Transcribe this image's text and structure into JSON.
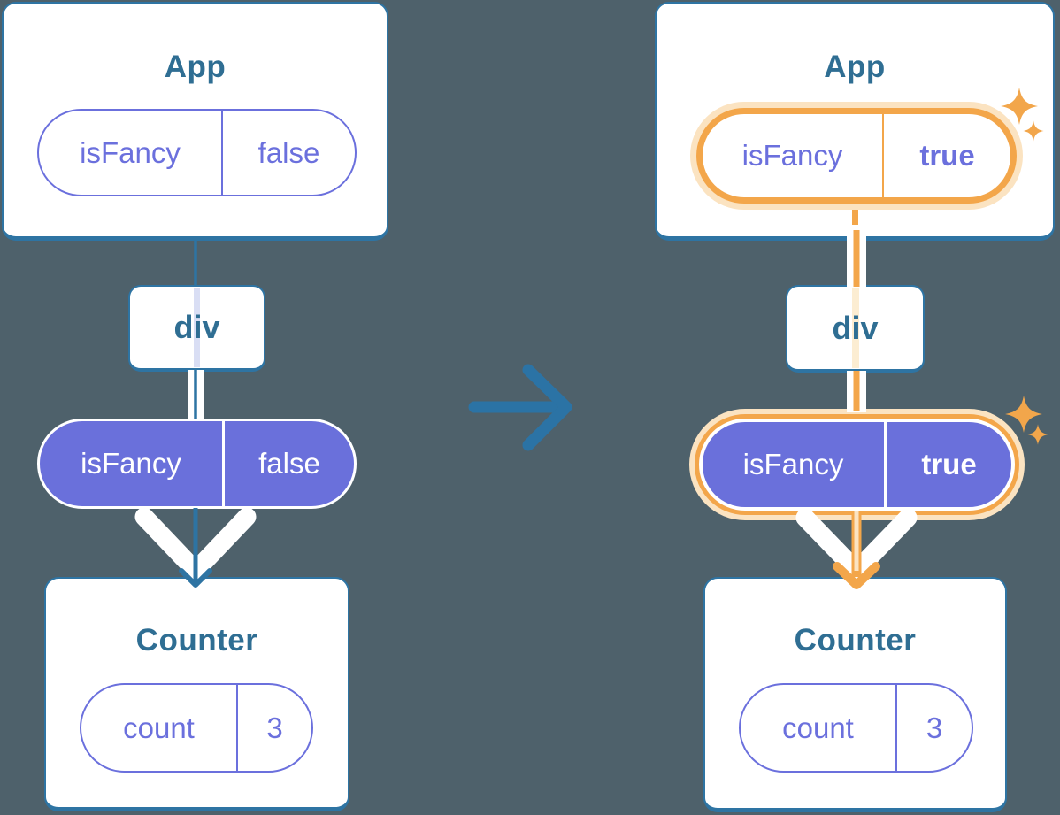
{
  "colors": {
    "background": "#4E616B",
    "card_background": "#FFFFFF",
    "card_border_blue": "#2E74A3",
    "title_text_blue": "#2F6E93",
    "purple": "#6B70DD",
    "purple_pill_fill": "#6A70DB",
    "highlight_orange": "#F3A64A",
    "highlight_glow": "#FBE3C1",
    "thread_lavender": "#D9DEF4",
    "thread_peach": "#FCEDD2",
    "arrow_blue": "#2B73A5"
  },
  "icons": {
    "transition": "arrow-right-icon",
    "highlight": "sparkle-icon"
  },
  "before": {
    "app": {
      "title": "App",
      "prop_name": "isFancy",
      "prop_value": "false"
    },
    "div": {
      "label": "div"
    },
    "state": {
      "name": "isFancy",
      "value": "false"
    },
    "counter": {
      "title": "Counter",
      "state_name": "count",
      "state_value": "3"
    }
  },
  "after": {
    "app": {
      "title": "App",
      "prop_name": "isFancy",
      "prop_value": "true"
    },
    "div": {
      "label": "div"
    },
    "state": {
      "name": "isFancy",
      "value": "true"
    },
    "counter": {
      "title": "Counter",
      "state_name": "count",
      "state_value": "3"
    }
  }
}
